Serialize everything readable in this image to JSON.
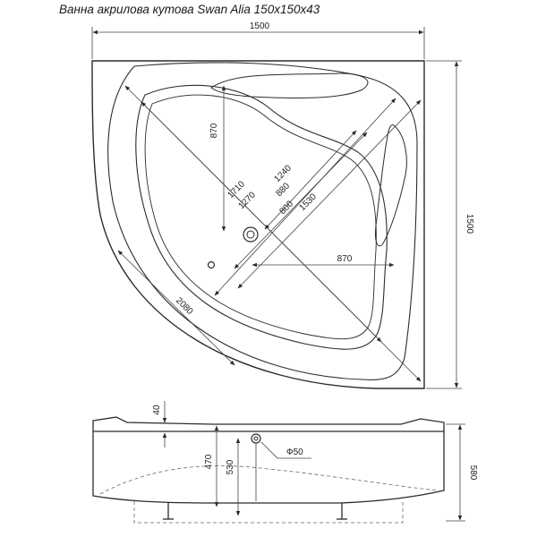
{
  "title": "Ванна акрилова кутова Swan Alia 150х150х43",
  "dimensions": {
    "width_top": "1500",
    "height_right": "1500",
    "d870_vertical": "870",
    "d870_horizontal": "870",
    "d1710": "1710",
    "d1270": "1270",
    "d1240": "1240",
    "d880": "880",
    "d800": "800",
    "d1530": "1530",
    "d2080": "2080",
    "d40": "40",
    "d470": "470",
    "d530": "530",
    "d580": "580",
    "drain_diameter": "Ф50"
  }
}
